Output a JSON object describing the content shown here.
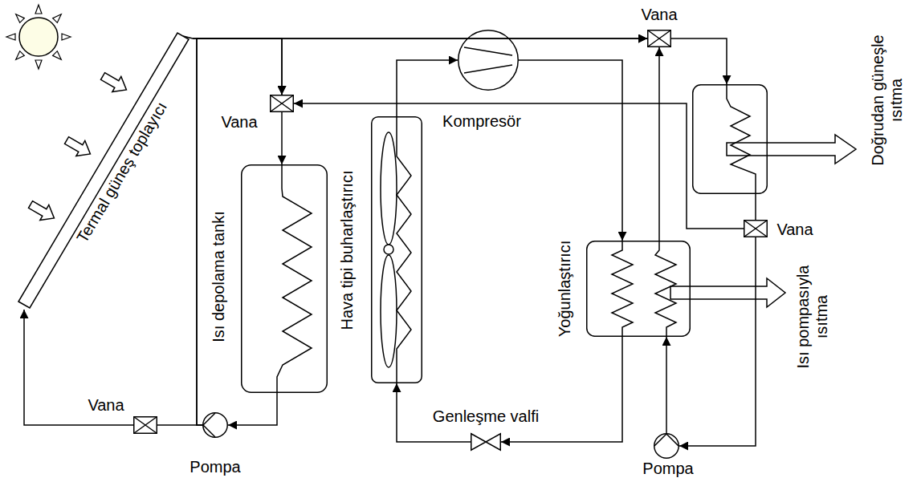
{
  "diagram": {
    "nodes": [
      {
        "text": [
          "Termal güneş toplayıcı"
        ]
      },
      {
        "text": [
          "Vana"
        ]
      },
      {
        "text": [
          "Vana"
        ]
      },
      {
        "text": [
          "Doğrudan güneşle ısıtma"
        ]
      },
      {
        "text": [
          "Isı depolama tankı"
        ]
      },
      {
        "text": [
          "Hava tipi buharlaştırıcı"
        ]
      },
      {
        "text": [
          "Kompresör"
        ]
      },
      {
        "text": [
          "Yoğunlaştırıcı",
          "Isı pompasıyla ısıtma"
        ]
      },
      {
        "text": [
          "Vana"
        ]
      },
      {
        "text": [
          "Genleşme valfi"
        ]
      },
      {
        "text": [
          "Vana"
        ]
      },
      {
        "text": [
          "Pompa"
        ]
      },
      {
        "text": [
          "Pompa"
        ]
      }
    ],
    "edges": [
      {
        "from": 0,
        "to": 2,
        "arrow": "to"
      },
      {
        "from": 0,
        "to": 1,
        "arrow": "to"
      },
      {
        "from": 1,
        "to": 4,
        "arrow": "to"
      },
      {
        "from": 4,
        "to": 11,
        "arrow": "to"
      },
      {
        "from": 11,
        "to": 10,
        "arrow": "none"
      },
      {
        "from": 10,
        "to": 0,
        "arrow": "to"
      },
      {
        "from": 11,
        "to": 1,
        "arrow": "to"
      },
      {
        "from": 11,
        "to": 2,
        "arrow": "to"
      },
      {
        "from": 2,
        "to": 3,
        "arrow": "to"
      },
      {
        "from": 3,
        "to": 8,
        "arrow": "none"
      },
      {
        "from": 8,
        "to": 1,
        "arrow": "to"
      },
      {
        "from": 8,
        "to": 12,
        "arrow": "to"
      },
      {
        "from": 12,
        "to": 7,
        "arrow": "to"
      },
      {
        "from": 7,
        "to": 2,
        "arrow": "to"
      },
      {
        "from": 5,
        "to": 6,
        "arrow": "to"
      },
      {
        "from": 6,
        "to": 7,
        "arrow": "to"
      },
      {
        "from": 7,
        "to": 9,
        "arrow": "to"
      },
      {
        "from": 9,
        "to": 5,
        "arrow": "to"
      }
    ]
  }
}
